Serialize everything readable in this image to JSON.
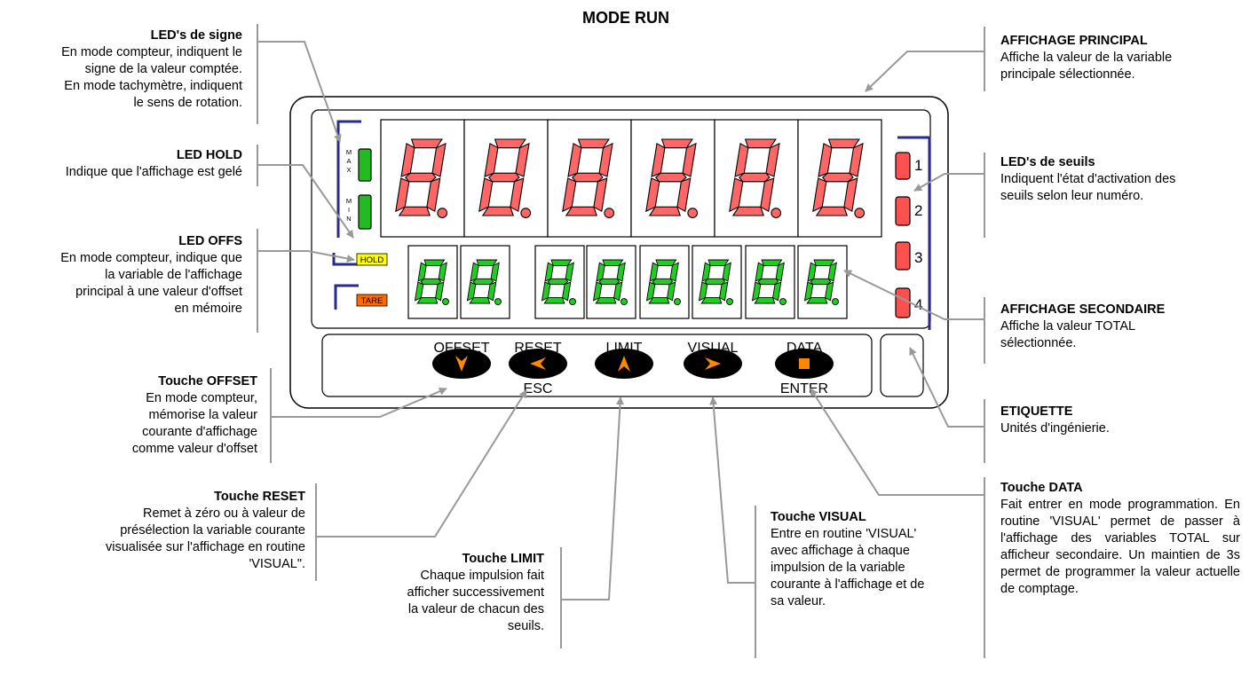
{
  "title": "MODE RUN",
  "annotations": {
    "led_signe": {
      "title": "LED's de signe",
      "body": "En mode compteur, indiquent le\nsigne de la valeur comptée.\nEn mode tachymètre, indiquent\nle sens de rotation."
    },
    "led_hold": {
      "title": "LED HOLD",
      "body": "Indique que l'affichage est gelé"
    },
    "led_offs": {
      "title": "LED OFFS",
      "body": "En mode compteur, indique que\nla variable de l'affichage\nprincipal  à une valeur d'offset\nen mémoire"
    },
    "touche_offset": {
      "title": "Touche OFFSET",
      "body": "En mode compteur,\nmémorise la valeur\ncourante d'affichage\ncomme valeur d'offset"
    },
    "touche_reset": {
      "title": "Touche RESET",
      "body": "Remet à zéro ou à valeur de\nprésélection la variable courante\nvisualisée sur l'affichage en routine\n'VISUAL\"."
    },
    "touche_limit": {
      "title": "Touche LIMIT",
      "body": "Chaque impulsion fait\nafficher successivement\nla valeur de chacun des\nseuils."
    },
    "touche_visual": {
      "title": "Touche VISUAL",
      "body": "Entre en routine 'VISUAL'\navec affichage à chaque\nimpulsion de la variable\ncourante à l'affichage et de\nsa valeur."
    },
    "affichage_principal": {
      "title": "AFFICHAGE PRINCIPAL",
      "body": "Affiche la valeur de la variable\nprincipale sélectionnée."
    },
    "led_seuils": {
      "title": "LED's de seuils",
      "body": "Indiquent l'état d'activation des\nseuils selon leur numéro."
    },
    "affichage_secondaire": {
      "title": "AFFICHAGE SECONDAIRE",
      "body": "Affiche la valeur TOTAL\nsélectionnée."
    },
    "etiquette": {
      "title": "ETIQUETTE",
      "body": "Unités d'ingénierie."
    },
    "touche_data": {
      "title": "Touche DATA",
      "body": "Fait entrer en mode programmation.\nEn routine 'VISUAL' permet de passer à l'affichage des variables TOTAL sur afficheur secondaire. Un maintien de 3s  permet de programmer la valeur actuelle de comptage."
    }
  },
  "device": {
    "led_max_label": "MAX",
    "led_min_label": "MIN",
    "hold_label": "HOLD",
    "tare_label": "TARE",
    "threshold_labels": [
      "1",
      "2",
      "3",
      "4"
    ],
    "main_display_digits": 6,
    "secondary_display_digits": 8,
    "keys": [
      {
        "top": "OFFSET",
        "bottom": "",
        "symbol": "arrow-down"
      },
      {
        "top": "RESET",
        "bottom": "ESC",
        "symbol": "arrow-left"
      },
      {
        "top": "LIMIT",
        "bottom": "",
        "symbol": "arrow-up"
      },
      {
        "top": "VISUAL",
        "bottom": "",
        "symbol": "arrow-right"
      },
      {
        "top": "DATA",
        "bottom": "ENTER",
        "symbol": "square"
      }
    ]
  },
  "colors": {
    "main_segments": "#ff6666",
    "secondary_segments": "#22cc22",
    "led_green": "#22bb22",
    "led_red": "#ff5050",
    "bracket": "#2a2a8c",
    "hold": "#ffff00",
    "tare": "#ff6a00",
    "key_symbol": "#ff8800",
    "leader": "#999999"
  }
}
